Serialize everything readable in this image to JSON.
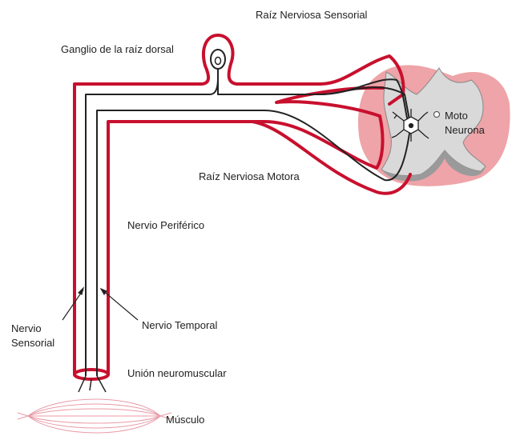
{
  "labels": {
    "sensory_root": "Raíz Nerviosa Sensorial",
    "dorsal_ganglion": "Ganglio de la raíz dorsal",
    "motor_neuron_line1": "Moto",
    "motor_neuron_line2": "Neurona",
    "motor_root": "Raíz Nerviosa Motora",
    "peripheral_nerve": "Nervio Periférico",
    "sensory_nerve_line1": "Nervio",
    "sensory_nerve_line2": "Sensorial",
    "temporal_nerve": "Nervio Temporal",
    "nmj": "Unión neuromuscular",
    "muscle": "Músculo"
  },
  "colors": {
    "nerve_outline": "#c8102e",
    "spinal_cord_outer": "#e8a0a4",
    "grey_matter": "#d6d6d6",
    "axon": "#222222",
    "muscle": "#e89aa6"
  }
}
